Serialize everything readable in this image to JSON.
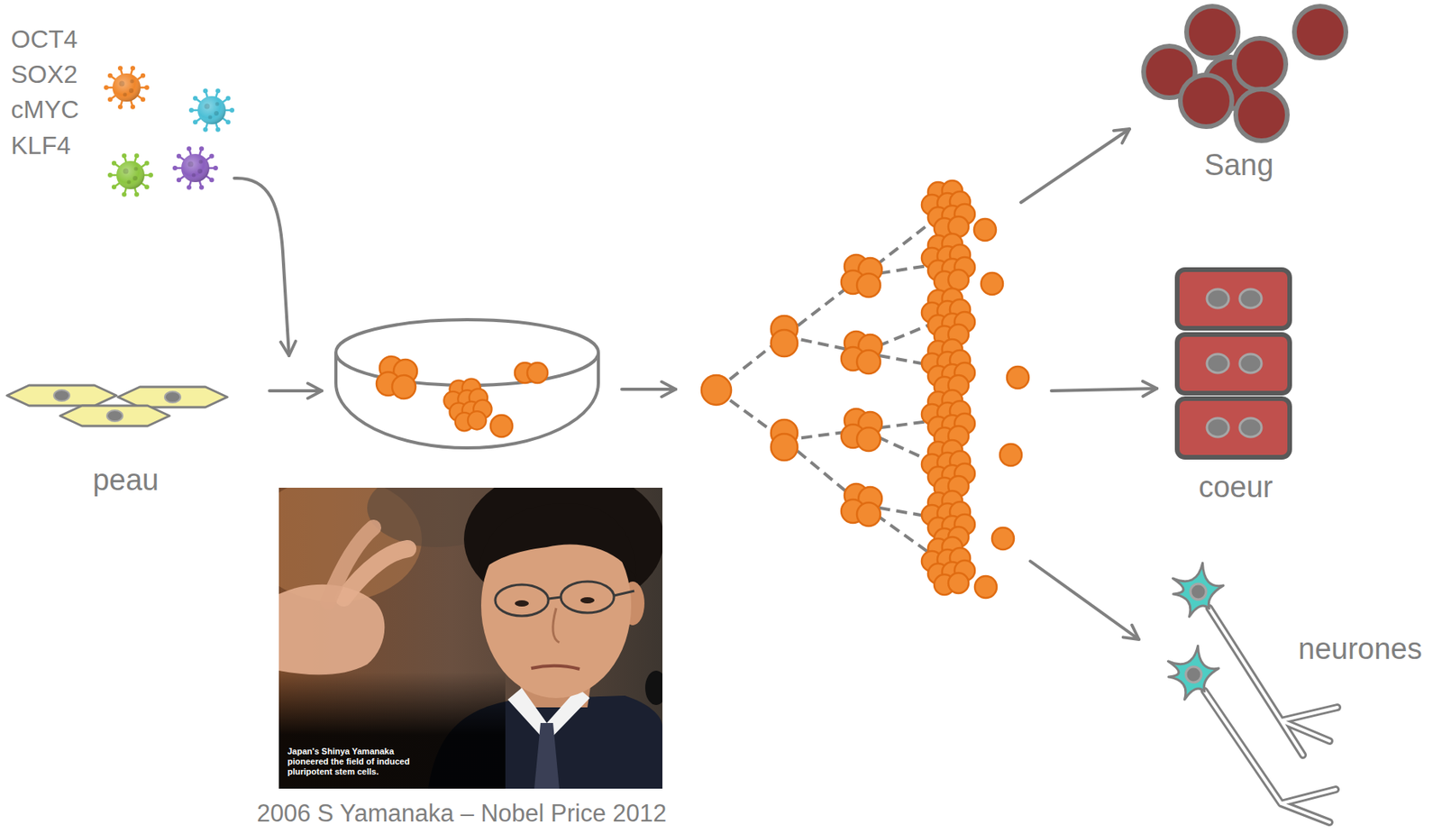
{
  "diagram": {
    "nodes": [
      {
        "text": [
          "OCT4",
          "SOX2",
          "cMYC",
          "KLF4"
        ]
      },
      {
        "text": [
          "peau"
        ]
      },
      {
        "text": [
          "Sang"
        ]
      },
      {
        "text": [
          "coeur"
        ]
      },
      {
        "text": [
          "neurones"
        ]
      },
      {
        "text": [
          "Japan's Shinya Yamanaka pioneered the field of induced pluripotent stem cells.",
          "2006 S Yamanaka – Nobel Price 2012"
        ]
      }
    ]
  }
}
